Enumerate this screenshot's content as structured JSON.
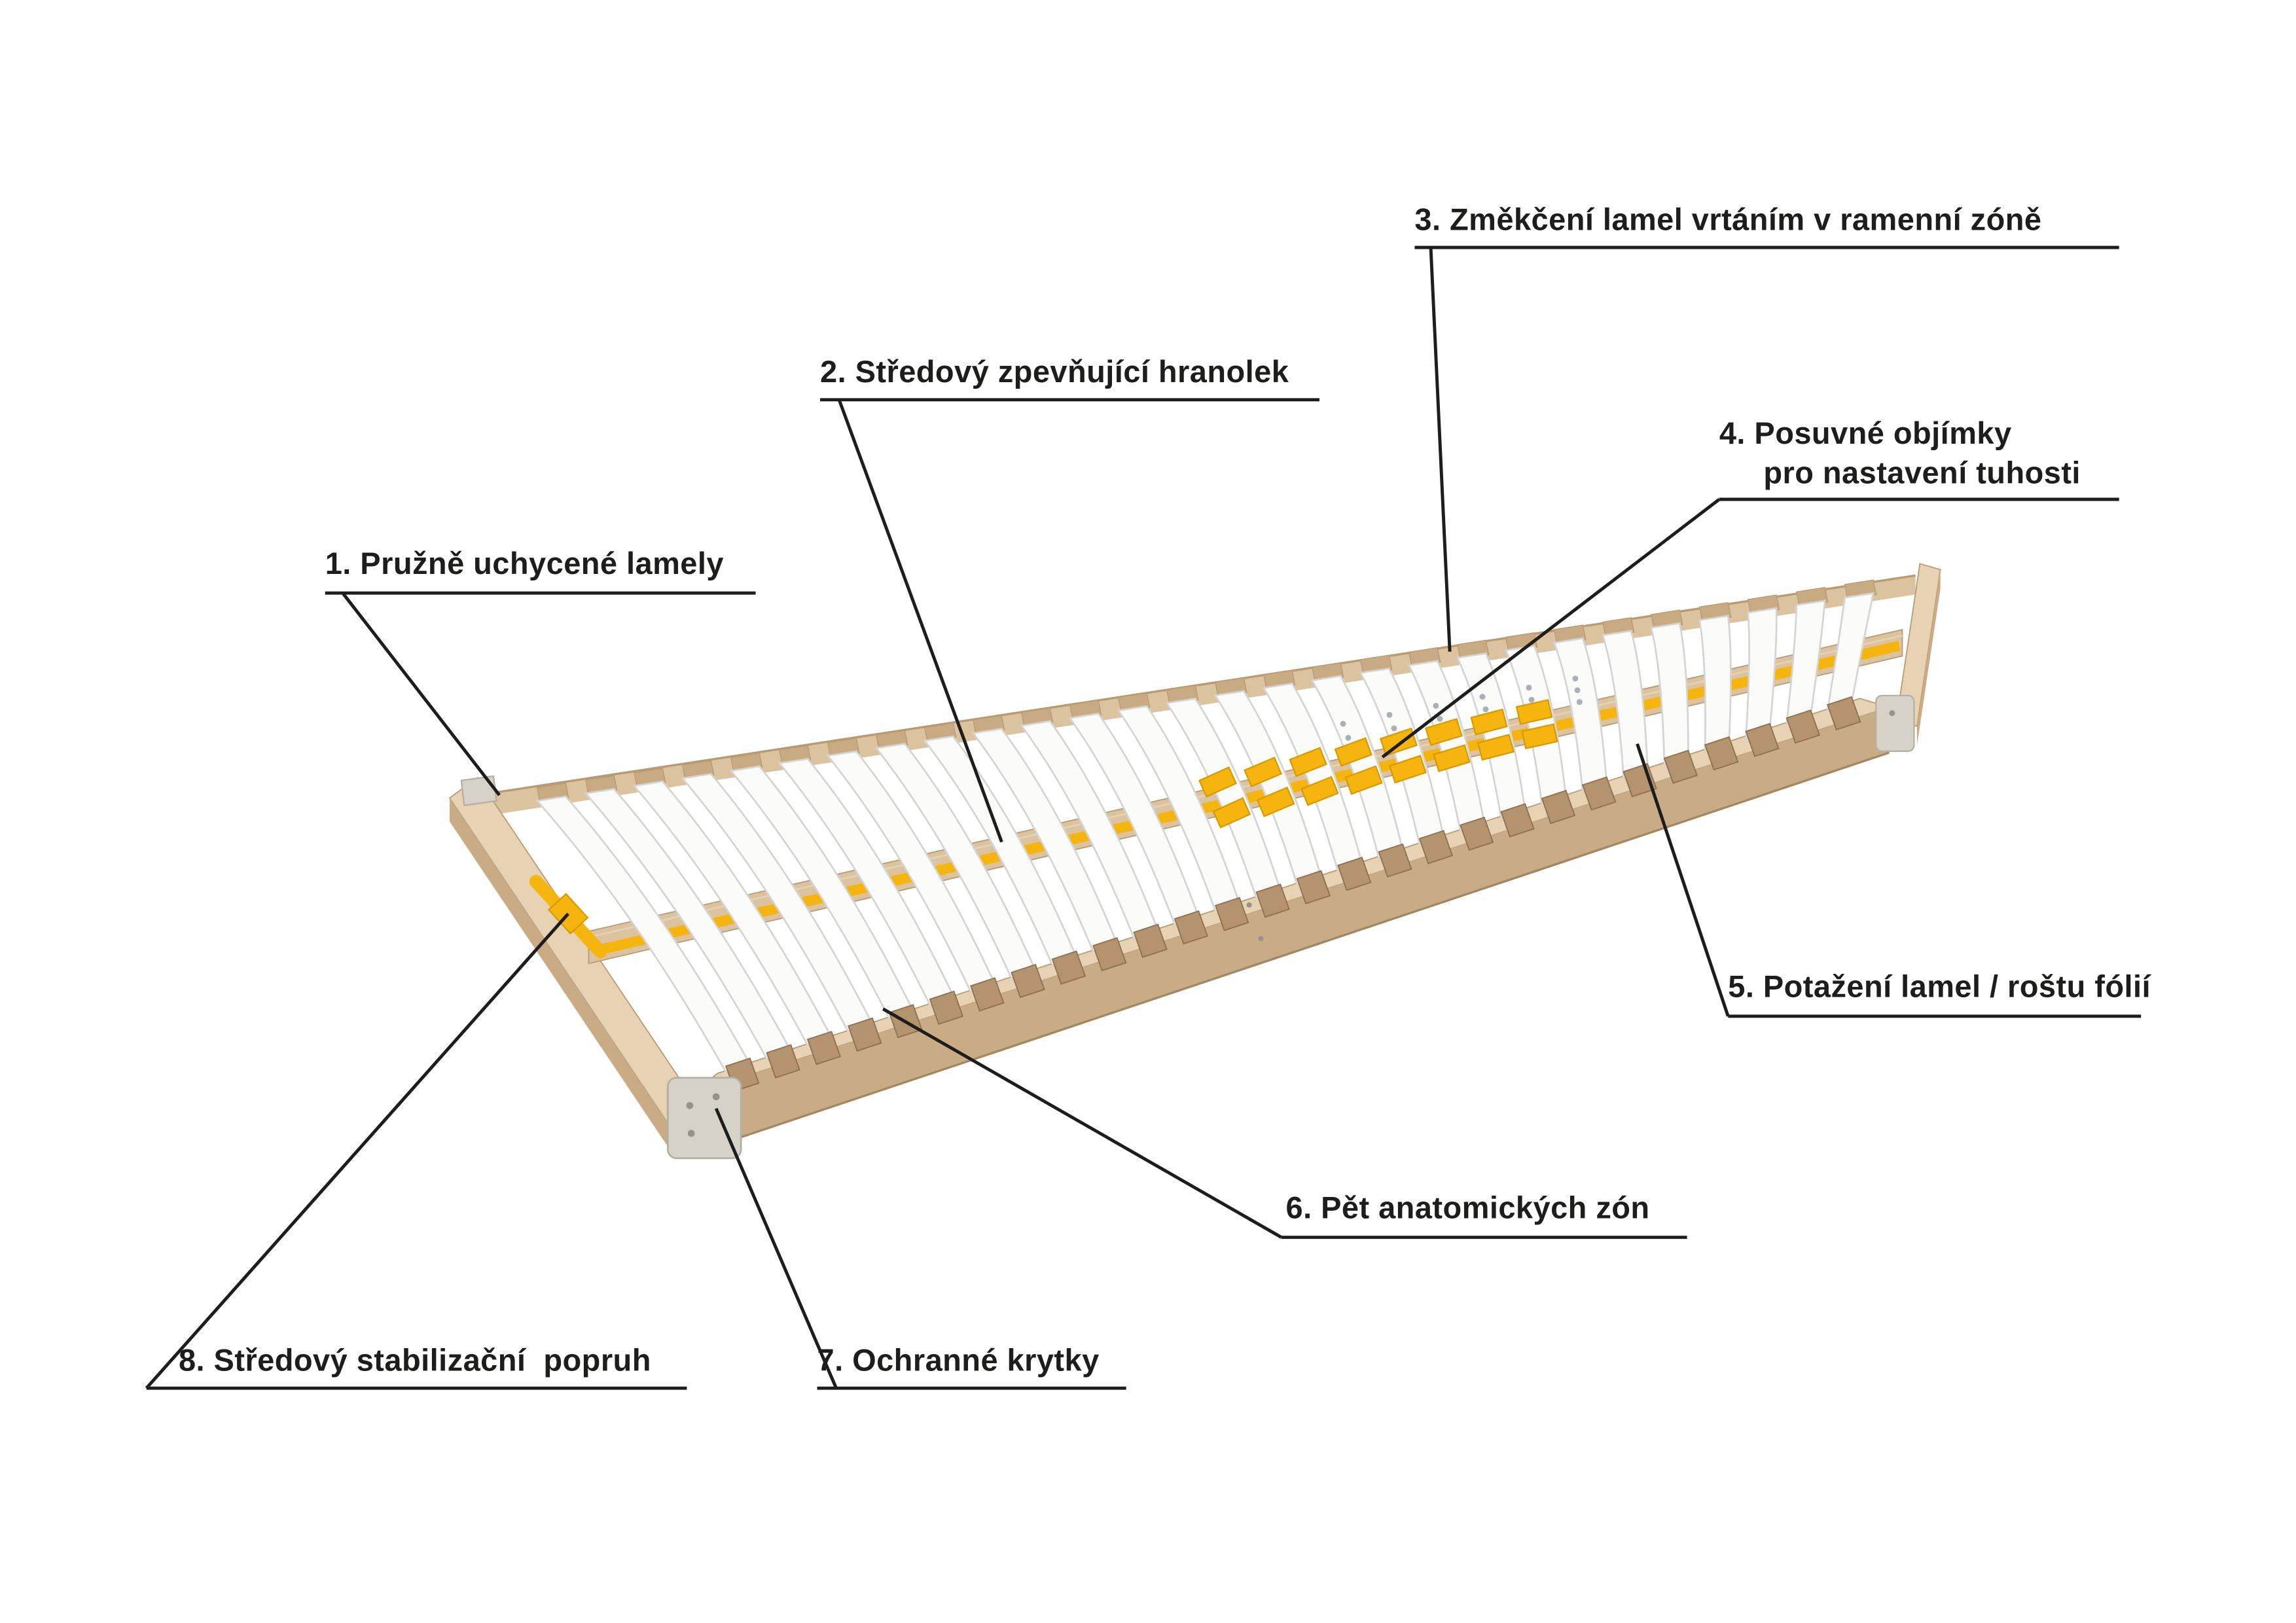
{
  "figure": {
    "type": "annotated-product-diagram",
    "subject": "slatted bed base (lamelovy rost)",
    "colors": {
      "ink": "#1d1d1b",
      "accent": "#f6b40e",
      "accent_dark": "#d89a00",
      "wood_top": "#e7d3b3",
      "wood_mid": "#dcc3a0",
      "wood_side": "#c9ac85",
      "wood_edge": "#b89a73",
      "wood_dark": "#a28862",
      "slat": "#fbfbfa",
      "slat_edge": "#d4d4d2",
      "holder": "#b3946f",
      "holder_dark": "#8e6f4e",
      "holder_far": "#c9ab83",
      "drill": "#aab0b6",
      "cap": "#d6d2c8",
      "cap_edge": "#b3afa4",
      "cap_screw": "#96928a"
    },
    "labels": [
      {
        "n": "1",
        "text": "1. Pružně uchycené lamely"
      },
      {
        "n": "2",
        "text": "2. Středový zpevňující hranolek"
      },
      {
        "n": "3",
        "text": "3. Změkčení lamel vrtáním v ramenní zóně"
      },
      {
        "n": "4",
        "text": "4. Posuvné objímky\n     pro nastavení tuhosti"
      },
      {
        "n": "5",
        "text": "5. Potažení lamel / roštu fólií"
      },
      {
        "n": "6",
        "text": "6. Pět anatomických zón"
      },
      {
        "n": "7",
        "text": "7. Ochranné krytky"
      },
      {
        "n": "8",
        "text": "8. Středový stabilizační  popruh"
      }
    ]
  }
}
